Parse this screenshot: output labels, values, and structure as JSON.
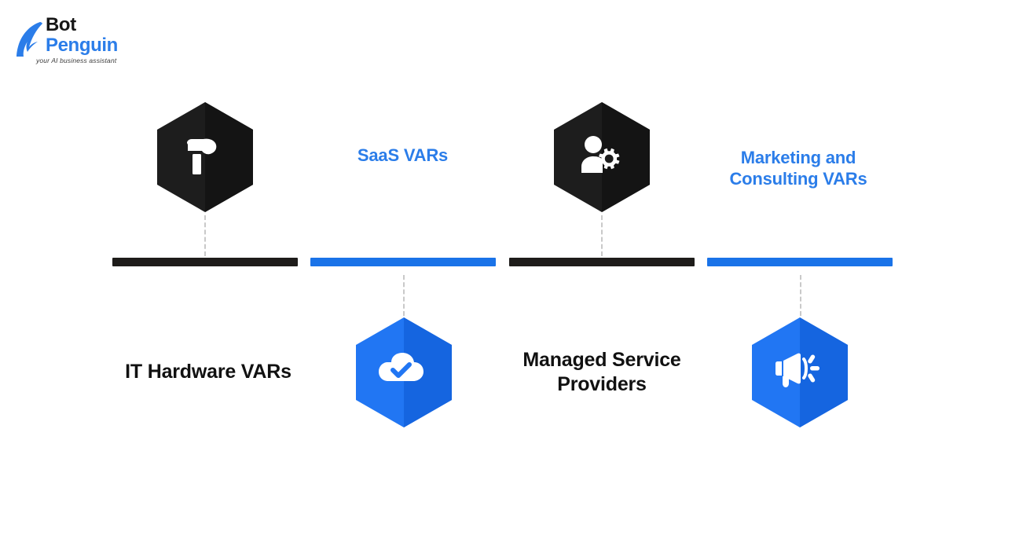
{
  "brand": {
    "name_line1": "Bot",
    "name_line2": "Penguin",
    "tagline": "your AI business assistant",
    "mark_icon": "penguin-logo-icon",
    "dark_color": "#161616",
    "blue_color": "#2b7de9"
  },
  "colors": {
    "accent_blue": "#1a73e8",
    "hex_blue_light": "#2176f3",
    "hex_blue_dark": "#1565e0",
    "hex_dark_light": "#1d1d1d",
    "hex_dark_dark": "#141414",
    "bar_dark": "#1e1c1a",
    "bar_blue": "#1a73e8",
    "connector": "#c9c9c9",
    "text_dark": "#111111",
    "text_blue": "#2b7de9",
    "background": "#ffffff"
  },
  "diagram": {
    "type": "four-segment-hexagon-timeline",
    "items": [
      {
        "id": "it-hardware-vars",
        "label": "IT Hardware VARs",
        "icon": "hammer-icon",
        "hex_style": "dark",
        "bar_style": "dark",
        "icon_position": "top",
        "label_position": "bottom",
        "label_color": "#111111"
      },
      {
        "id": "saas-vars",
        "label": "SaaS VARs",
        "icon": "cloud-check-icon",
        "hex_style": "blue",
        "bar_style": "blue",
        "icon_position": "bottom",
        "label_position": "top",
        "label_color": "#2b7de9"
      },
      {
        "id": "managed-service-providers",
        "label": "Managed Service Providers",
        "icon": "user-gear-icon",
        "hex_style": "dark",
        "bar_style": "dark",
        "icon_position": "top",
        "label_position": "bottom",
        "label_color": "#111111"
      },
      {
        "id": "marketing-and-consulting-vars",
        "label": "Marketing and Consulting VARs",
        "icon": "megaphone-icon",
        "hex_style": "blue",
        "bar_style": "blue",
        "icon_position": "bottom",
        "label_position": "top",
        "label_color": "#2b7de9"
      }
    ]
  }
}
